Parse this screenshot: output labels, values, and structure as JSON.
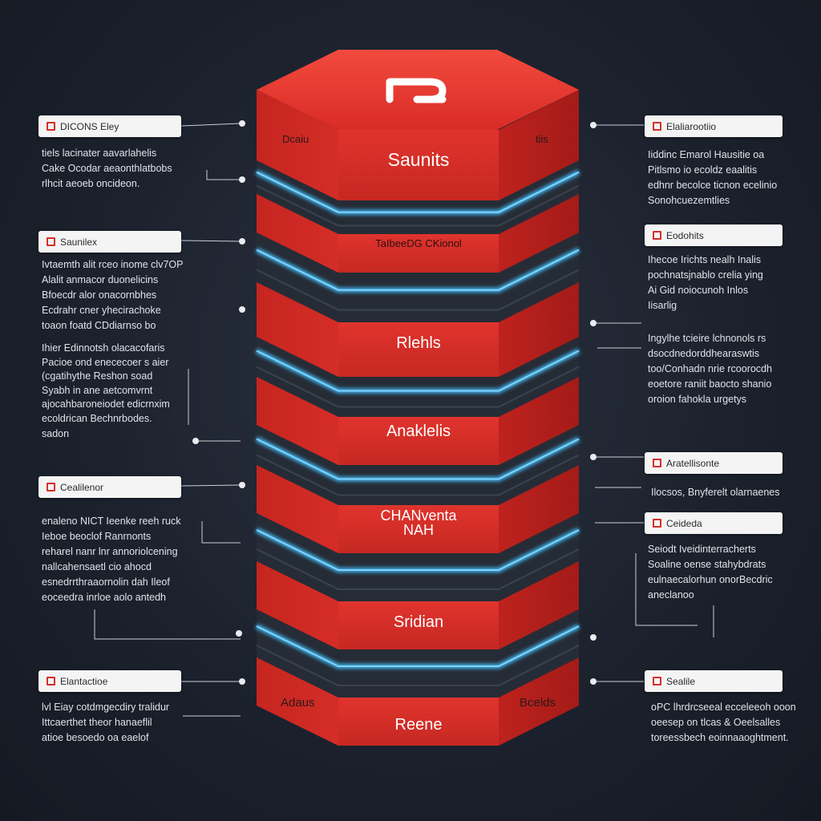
{
  "logo": {
    "letter": "R"
  },
  "layers": [
    {
      "label": "Saunits",
      "side_left": "Dcaiu",
      "side_right": "tiis"
    },
    {
      "label": "TaIbeeDG CKionol"
    },
    {
      "label": "Rlehls"
    },
    {
      "label": "Anaklelis"
    },
    {
      "label": "CHANventa NAH"
    },
    {
      "label": "Sridian"
    },
    {
      "label": "Reene",
      "side_left": "Adaus",
      "side_right": "Bcelds"
    }
  ],
  "left_blocks": [
    {
      "tag": "DICONS Eley",
      "lines": [
        "tiels lacinater aavarlahelis",
        "Cake Ocodar aeaonthlatbobs",
        "rlhcit aeoeb oncideon."
      ]
    },
    {
      "tag": "Saunilex",
      "lines": [
        "Ivtaemth alit rceo inome clv7OP",
        "Alalit anmacor duonelicins",
        "Bfoecdr alor onacornbhes",
        "Ecdrahr cner yhecirachoke",
        "toaon foatd CDdiarnso bo"
      ]
    },
    {
      "tag": "",
      "lines": [
        "Ihier Edinnotsh olacacofaris",
        "Pacioe ond enececoer s aier",
        "(cgatihythe Reshon soad",
        "Syabh in ane aetcomvrnt",
        "ajocahbaroneiodet edicrnxim",
        "ecoldrican Bechnrbodes.",
        "sadon"
      ]
    },
    {
      "tag": "Cealilenor",
      "lines": [
        "enaleno NICT Ieenke reeh ruck",
        "Ieboe beoclof Ranrnonts",
        "reharel nanr lnr annoriolcening",
        "nallcahensaetl cio ahocd",
        "esnedrrthraaornolin dah Ileof",
        "eoceedra inrloe aolo antedh"
      ]
    },
    {
      "tag": "Elantactioe",
      "lines": [
        "lvl Eiay cotdmgecdiry tralidur",
        "Ittcaerthet theor hanaeflil",
        "atioe besoedo oa eaelof"
      ]
    }
  ],
  "right_blocks": [
    {
      "tag": "Elaliarootiio",
      "lines": [
        "Iiddinc Emarol Hausitie oa",
        "Pitlsmo io ecoldz eaalitis",
        "edhnr becolce ticnon ecelinio",
        "Sonohcuezemtlies"
      ]
    },
    {
      "tag": "Eodohits",
      "lines": [
        "Ihecoe Irichts nealh Inalis",
        "pochnatsjnablo crelia ying",
        "Ai Gid noiocunoh Inlos",
        "Iisarlig"
      ]
    },
    {
      "tag": "",
      "lines": [
        "Ingylhe tcieire lchnonols rs",
        "dsocdnedorddhearaswtis",
        "too/Conhadn nrie rcoorocdh",
        "eoetore raniit baocto shanio",
        "oroion fahokla urgetys"
      ]
    },
    {
      "tag": "Aratellisonte",
      "lines": [
        "Ilocsos, Bnyferelt olarnaenes"
      ]
    },
    {
      "tag": "Ceideda",
      "lines": [
        "Seiodt Iveidinterracherts",
        "Soaline oense stahybdrats",
        "eulnaecalorhun onorBecdric",
        "aneclanoo"
      ]
    },
    {
      "tag": "Sealile",
      "lines": [
        "oPC lhrdrcseeal ecceleeoh ooon",
        "oeesep on tlcas & Oeelsalles",
        "toreessbech eoinnaaoghtment."
      ]
    }
  ],
  "colors": {
    "red": "#d3302a",
    "red_dark": "#a8201d",
    "red_top": "#ee3f34",
    "band": "#2c323d",
    "glow": "#3fb6f0",
    "tag_bg": "#f4f4f4"
  }
}
